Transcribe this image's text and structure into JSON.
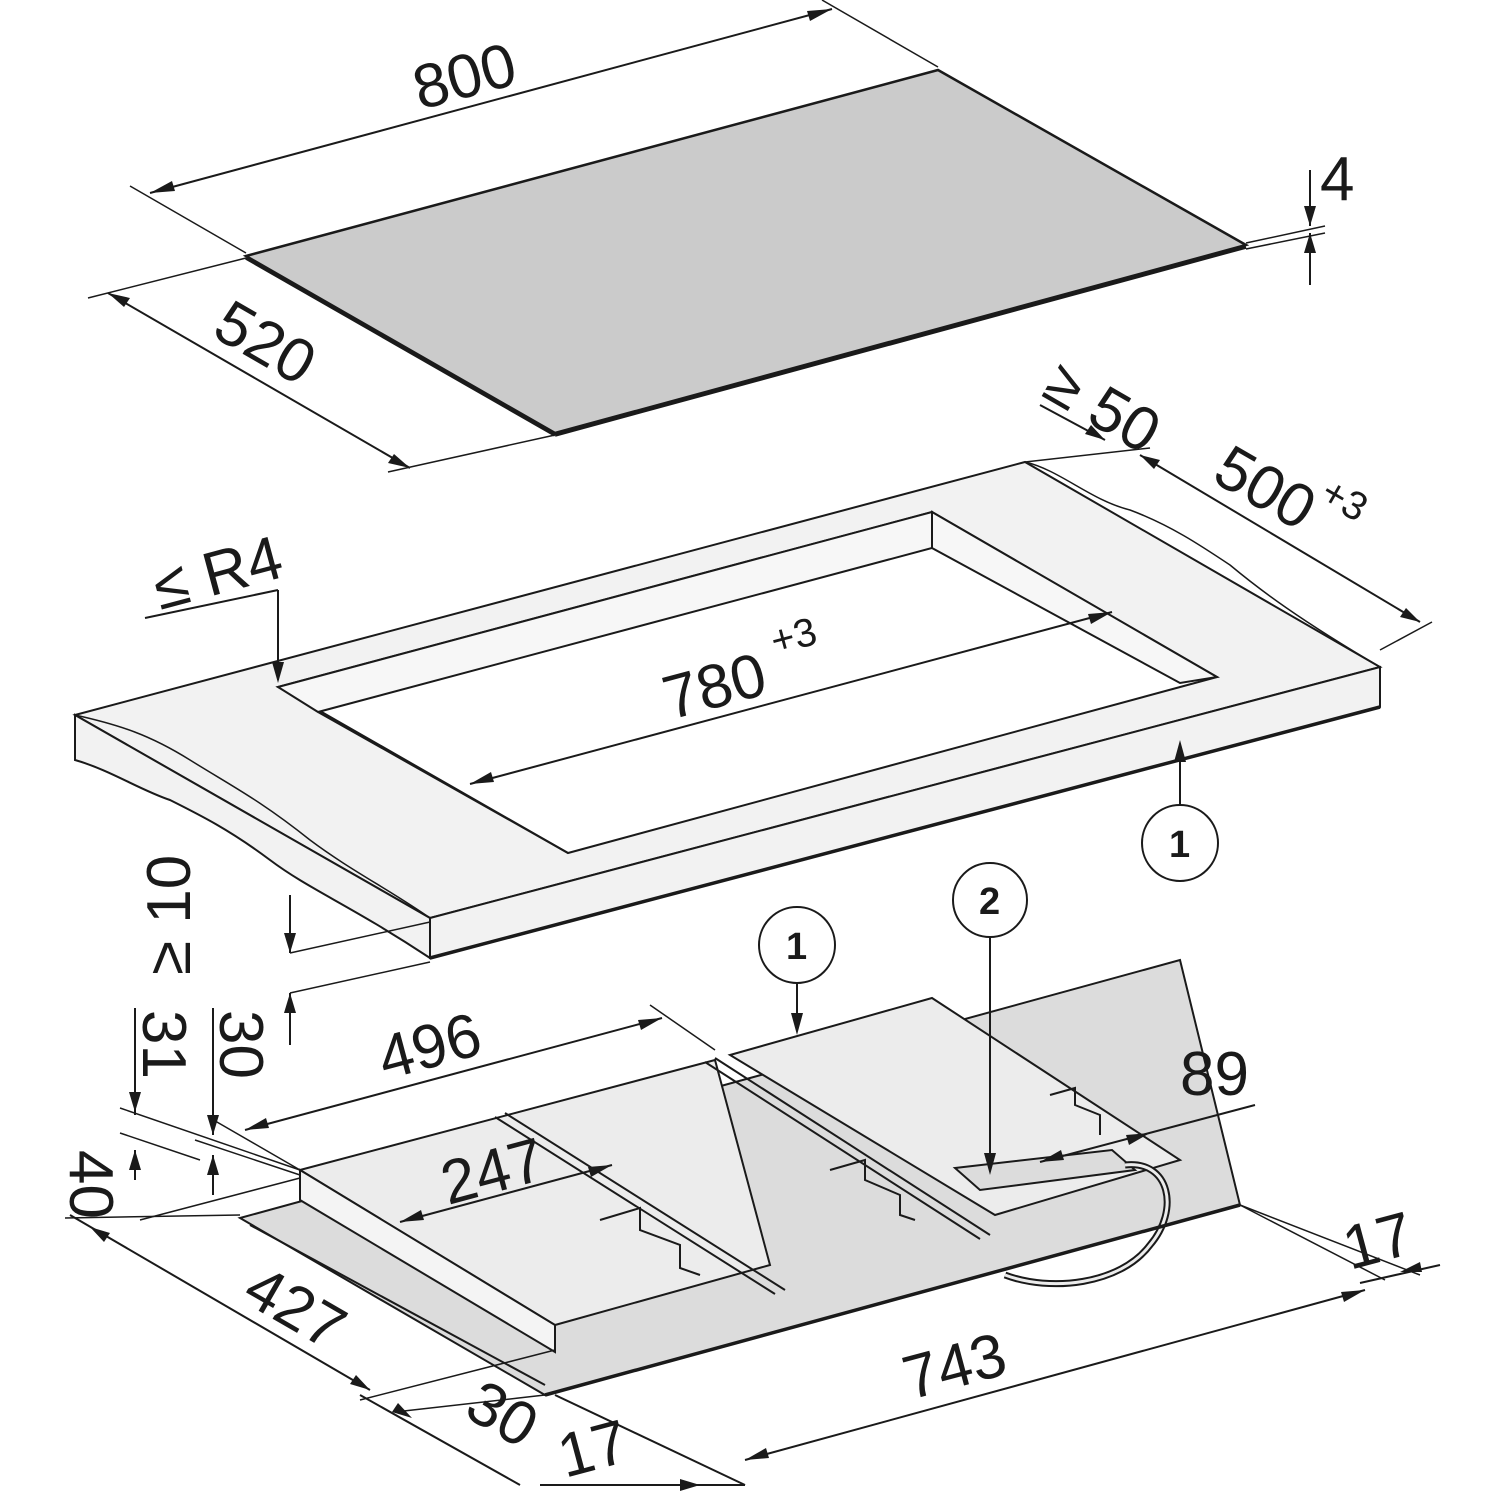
{
  "dimensions": {
    "glass_width": "800",
    "glass_depth": "520",
    "glass_thickness": "4",
    "min_rear_clearance": "≥ 50",
    "cutout_depth": "500",
    "cutout_depth_tol": "+3",
    "cutout_width": "780",
    "cutout_width_tol": "+3",
    "corner_radius": "≤ R4",
    "min_worktop_gap": "≥ 10",
    "unit_width_496": "496",
    "zone_width_247": "247",
    "dim_89": "89",
    "height_31": "31",
    "height_30_left": "30",
    "height_40": "40",
    "depth_427": "427",
    "bottom_30": "30",
    "bottom_17": "17",
    "width_743": "743",
    "right_17": "17"
  },
  "callouts": {
    "worktop": "1",
    "hob_body": "1",
    "connection_box": "2"
  },
  "colors": {
    "glass": "#cbcbcb",
    "worktop": "#f2f2f2",
    "hob_body": "#ececec",
    "line": "#1a1a1a",
    "background": "#ffffff"
  }
}
